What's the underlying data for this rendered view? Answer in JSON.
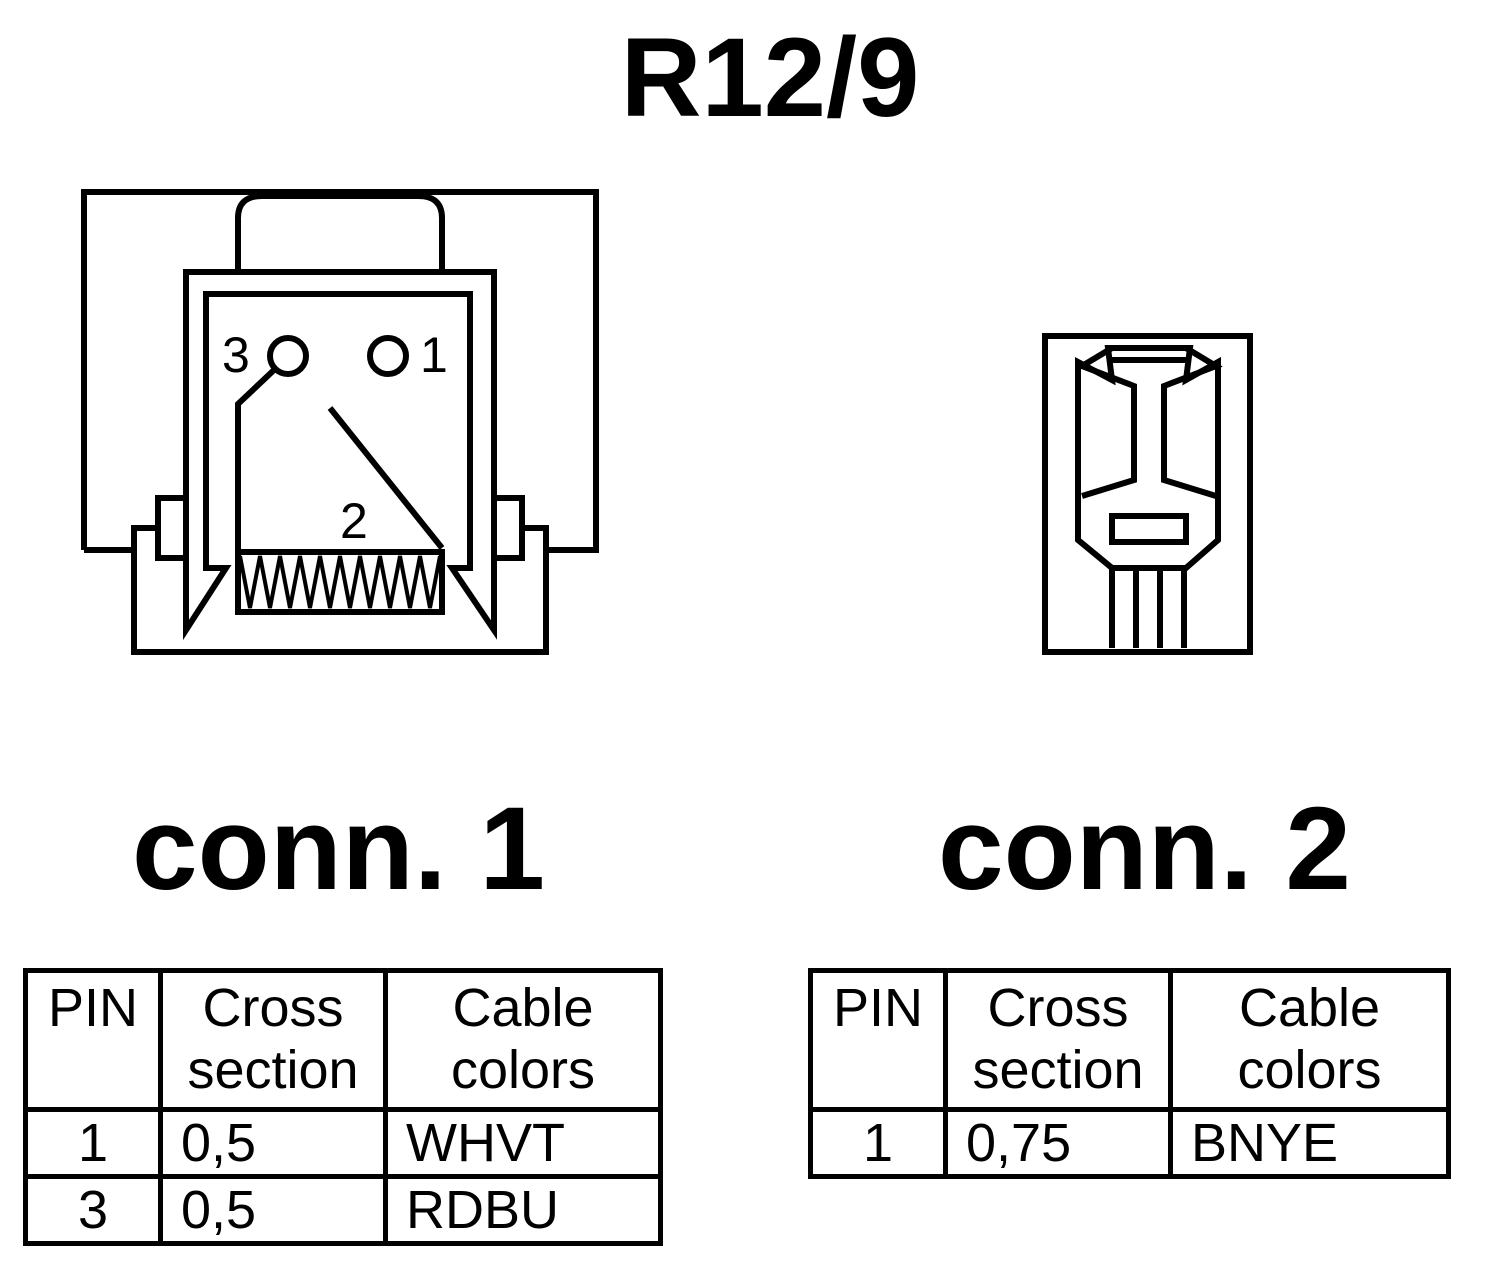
{
  "title": "R12/9",
  "connectors": [
    {
      "label": "conn. 1",
      "pin_labels": [
        "3",
        "1",
        "2"
      ],
      "table": {
        "headers": {
          "pin": "PIN",
          "cross_line1": "Cross",
          "cross_line2": "section",
          "colors_line1": "Cable",
          "colors_line2": "colors"
        },
        "rows": [
          {
            "pin": "1",
            "cross_section": "0,5",
            "cable_colors": "WHVT"
          },
          {
            "pin": "3",
            "cross_section": "0,5",
            "cable_colors": "RDBU"
          }
        ]
      }
    },
    {
      "label": "conn. 2",
      "table": {
        "headers": {
          "pin": "PIN",
          "cross_line1": "Cross",
          "cross_line2": "section",
          "colors_line1": "Cable",
          "colors_line2": "colors"
        },
        "rows": [
          {
            "pin": "1",
            "cross_section": "0,75",
            "cable_colors": "BNYE"
          }
        ]
      }
    }
  ],
  "colors": {
    "line": "#000000",
    "background": "#ffffff"
  }
}
